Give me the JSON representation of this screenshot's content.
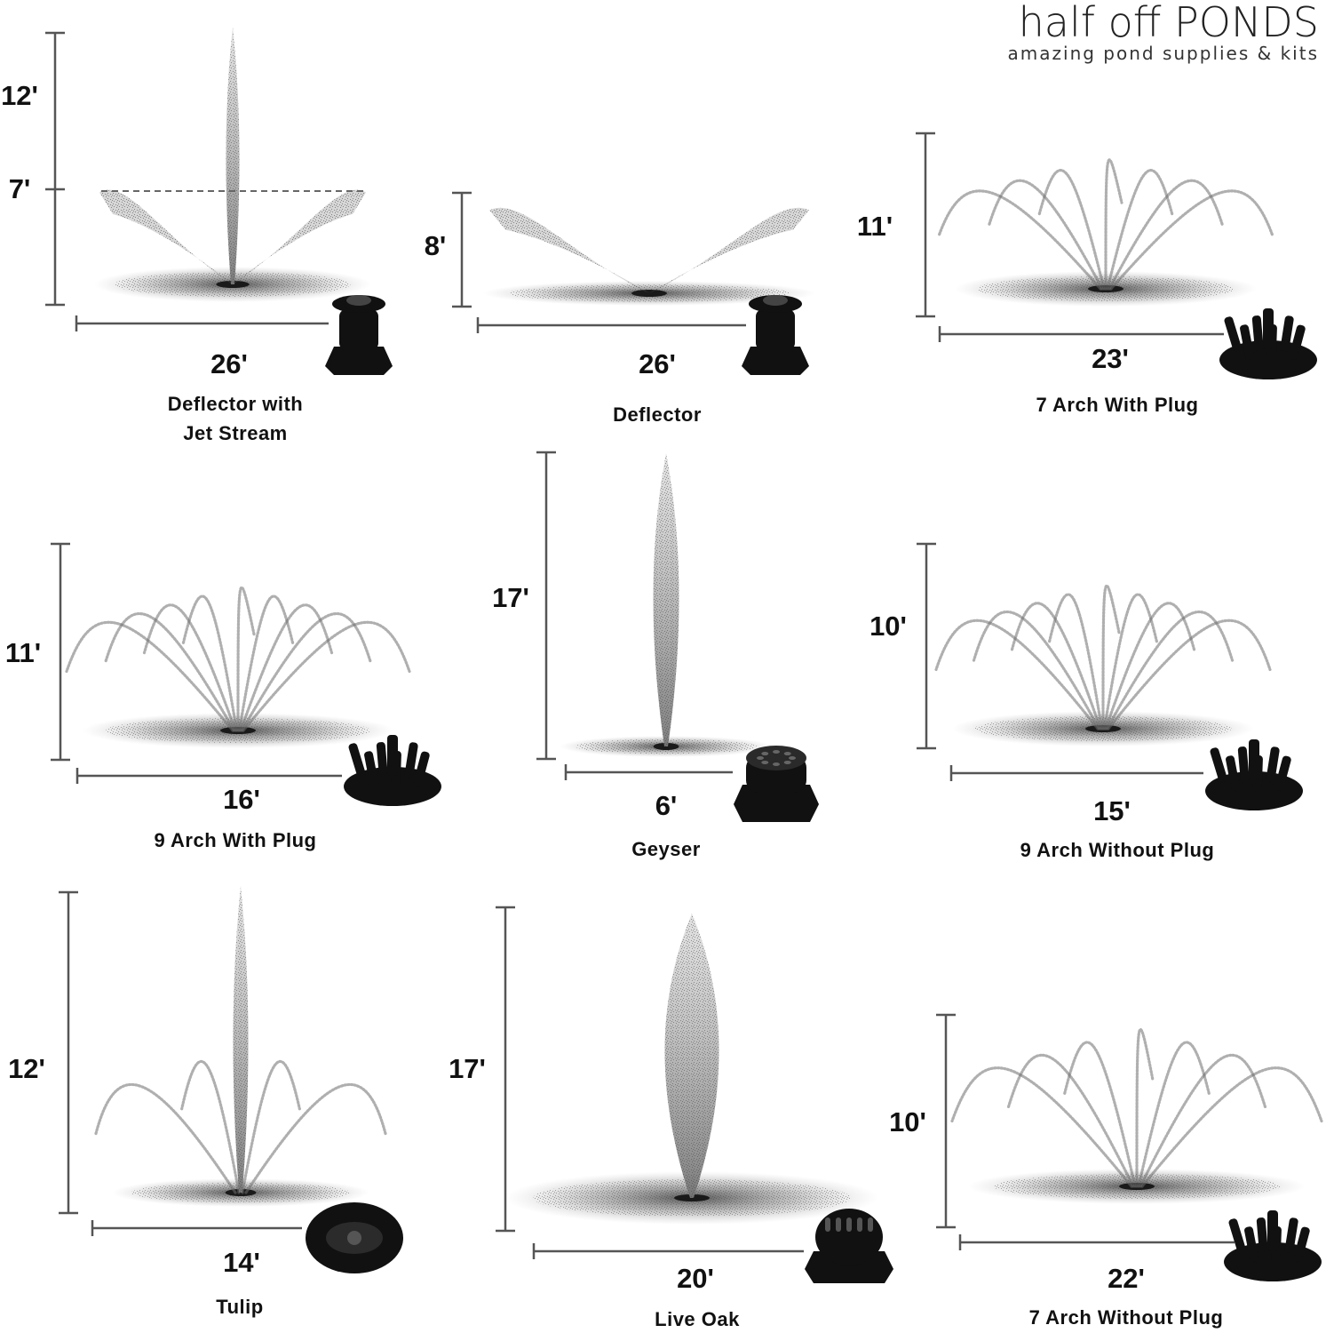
{
  "brand": {
    "name": "half off PONDS",
    "tagline": "amazing pond supplies & kits"
  },
  "fountains": [
    {
      "name_lines": [
        "Deflector with",
        "Jet Stream"
      ],
      "height": "12'",
      "secondary_height": "7'",
      "width": "26'",
      "spray": "deflector-jet",
      "nozzle": "deflector-nozzle-icon"
    },
    {
      "name_lines": [
        "Deflector"
      ],
      "height": "8'",
      "width": "26'",
      "spray": "deflector",
      "nozzle": "deflector-nozzle-icon"
    },
    {
      "name_lines": [
        "7 Arch With Plug"
      ],
      "height": "11'",
      "width": "23'",
      "spray": "arch7",
      "nozzle": "multi-jet-nozzle-icon"
    },
    {
      "name_lines": [
        "9 Arch With Plug"
      ],
      "height": "11'",
      "width": "16'",
      "spray": "arch9",
      "nozzle": "multi-jet-nozzle-icon"
    },
    {
      "name_lines": [
        "Geyser"
      ],
      "height": "17'",
      "width": "6'",
      "spray": "geyser",
      "nozzle": "geyser-nozzle-icon"
    },
    {
      "name_lines": [
        "9 Arch Without Plug"
      ],
      "height": "10'",
      "width": "15'",
      "spray": "arch9",
      "nozzle": "multi-jet-nozzle-icon"
    },
    {
      "name_lines": [
        "Tulip"
      ],
      "height": "12'",
      "width": "14'",
      "spray": "tulip",
      "nozzle": "tulip-nozzle-icon"
    },
    {
      "name_lines": [
        "Live Oak"
      ],
      "height": "17'",
      "width": "20'",
      "spray": "liveoak",
      "nozzle": "live-oak-nozzle-icon"
    },
    {
      "name_lines": [
        "7 Arch Without Plug"
      ],
      "height": "10'",
      "width": "22'",
      "spray": "arch7wide",
      "nozzle": "multi-jet-nozzle-icon"
    }
  ],
  "colors": {
    "dimension_line": "#555555",
    "spray": "#6e6e6e",
    "nozzle": "#111111",
    "label": "#111111"
  }
}
